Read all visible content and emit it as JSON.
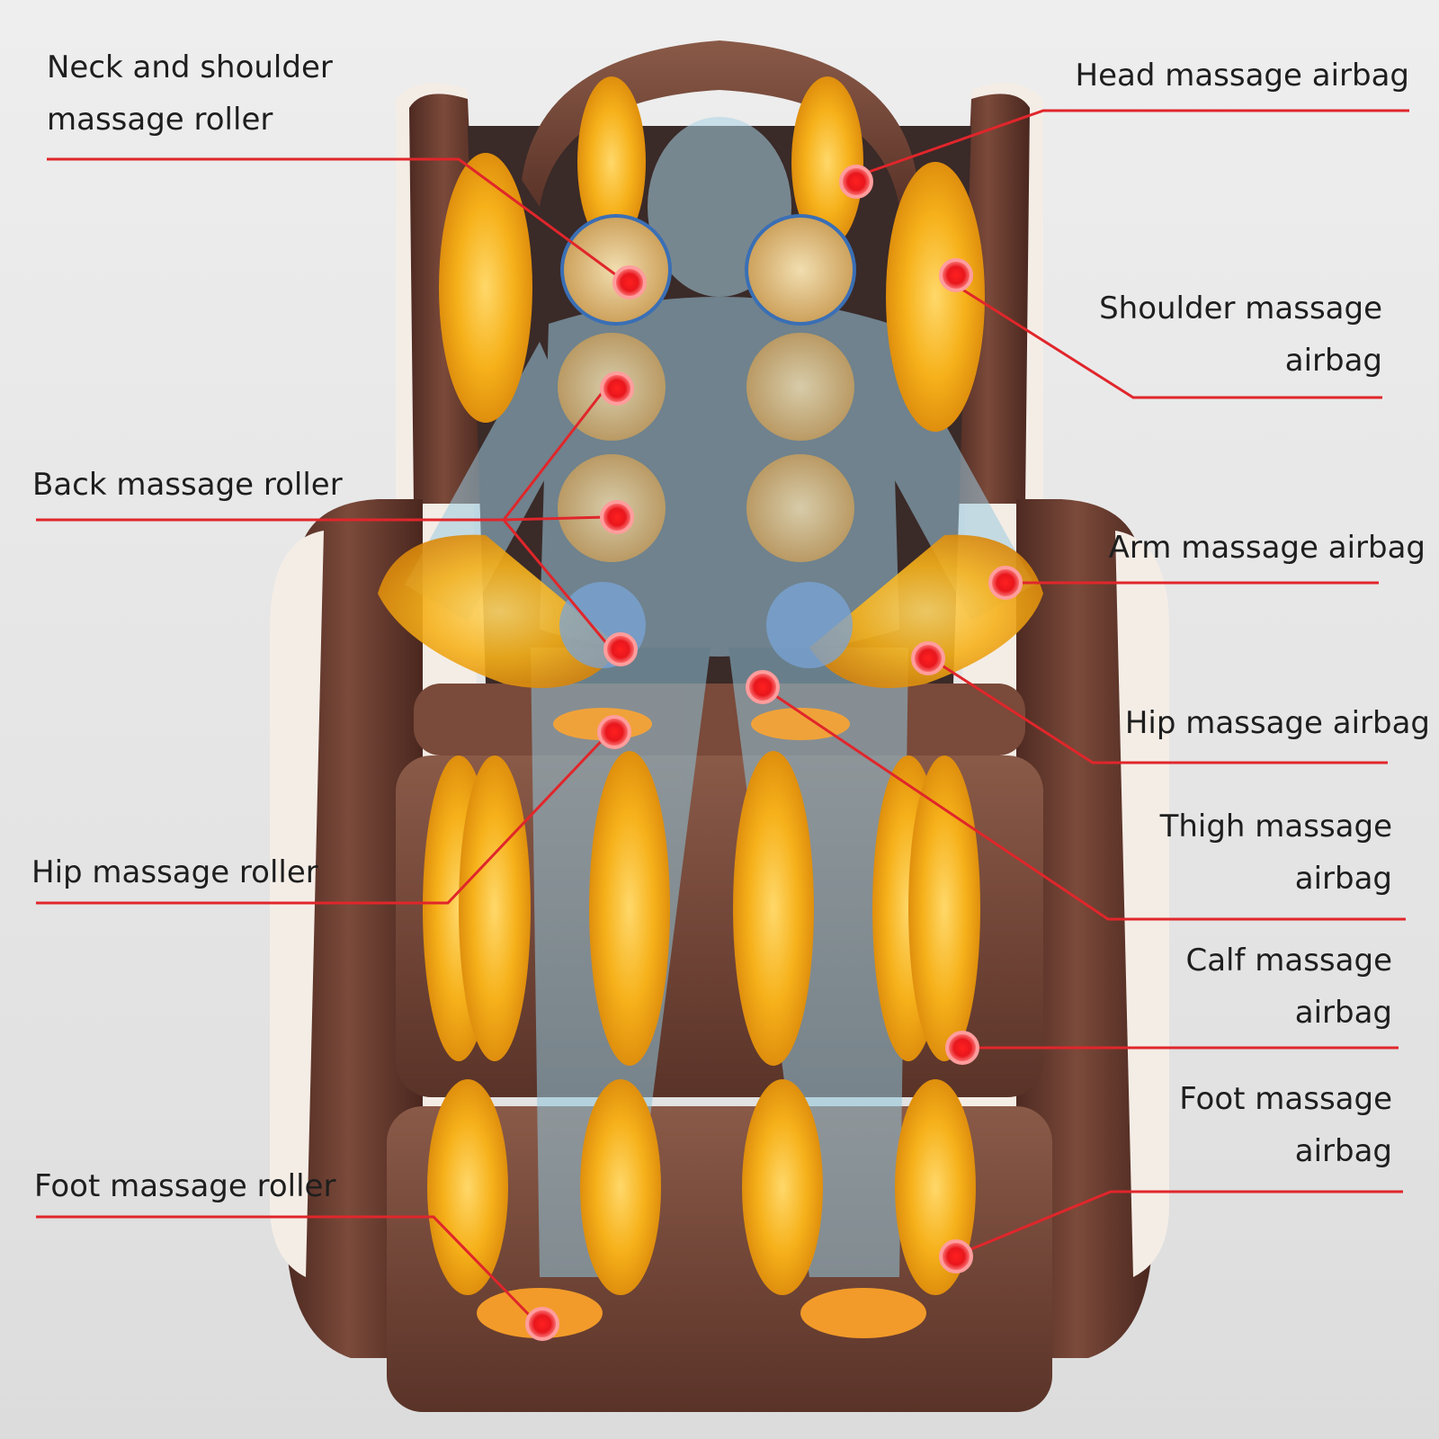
{
  "diagram": {
    "labels": {
      "neck_shoulder_roller": [
        "Neck and shoulder",
        "massage roller"
      ],
      "head_airbag": [
        "Head massage airbag"
      ],
      "shoulder_airbag": [
        "Shoulder massage",
        "airbag"
      ],
      "back_roller": [
        "Back massage roller"
      ],
      "arm_airbag": [
        "Arm massage airbag"
      ],
      "hip_airbag": [
        "Hip massage airbag"
      ],
      "thigh_airbag": [
        "Thigh massage",
        "airbag"
      ],
      "hip_roller": [
        "Hip massage roller"
      ],
      "calf_airbag": [
        "Calf massage",
        "airbag"
      ],
      "foot_airbag": [
        "Foot massage",
        "airbag"
      ],
      "foot_roller": [
        "Foot massage roller"
      ]
    },
    "colors": {
      "leader_line": "#e0262b",
      "marker": "#e8161c",
      "airbag": "#f3a712",
      "chair_brown": "#6a3a2e",
      "chair_trim": "#f4ede6",
      "body_silhouette": "#8fc6dc",
      "label_text": "#1e1e1e"
    }
  }
}
